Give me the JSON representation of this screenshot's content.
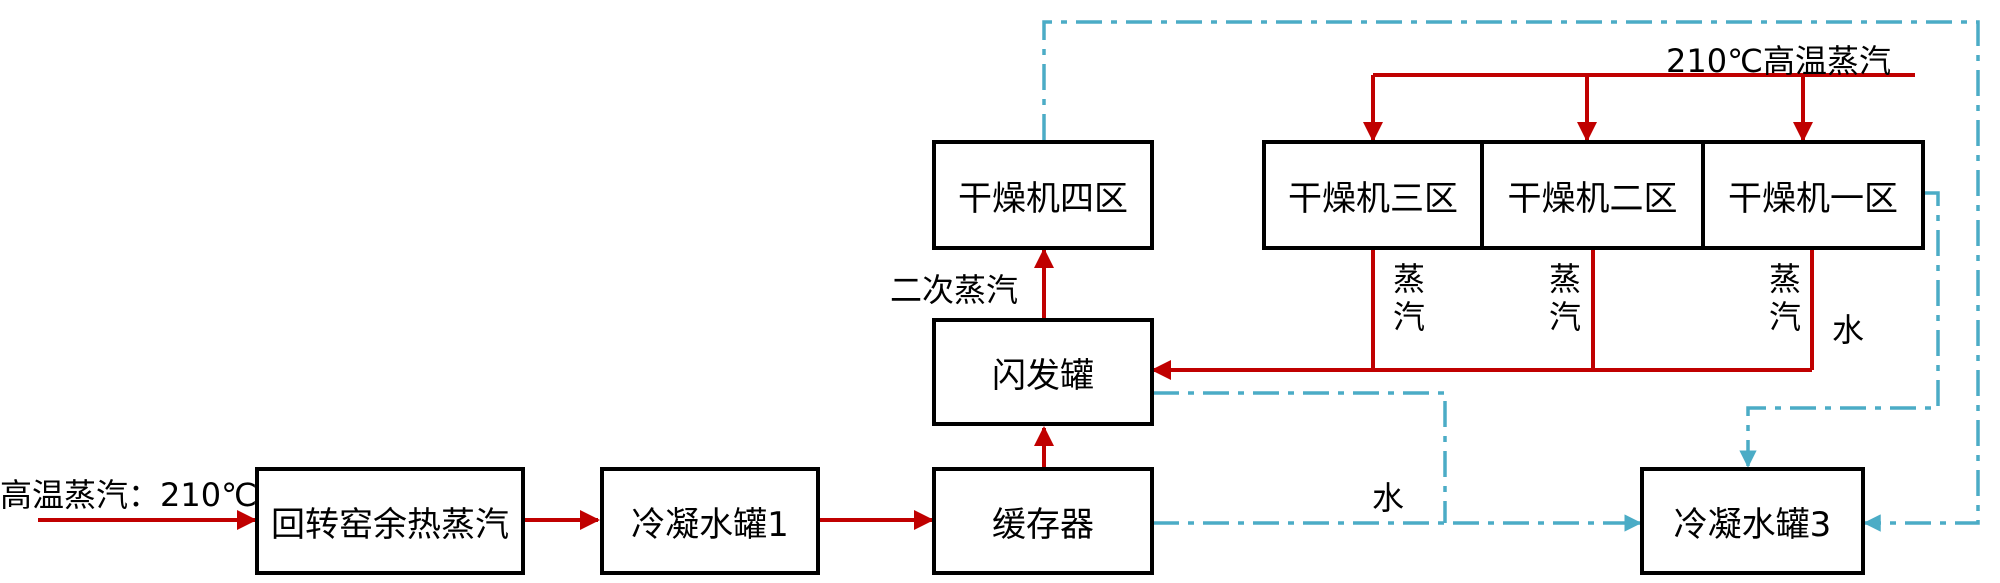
{
  "boxes": {
    "rotary_kiln": "回转窑余热蒸汽",
    "condensate_tank_1": "冷凝水罐1",
    "buffer": "缓存器",
    "flash_tank": "闪发罐",
    "dryer_zone_4": "干燥机四区",
    "dryer_zone_3": "干燥机三区",
    "dryer_zone_2": "干燥机二区",
    "dryer_zone_1": "干燥机一区",
    "condensate_tank_3": "冷凝水罐3"
  },
  "labels": {
    "inlet_steam": "高温蒸汽：210℃",
    "top_steam": "210℃高温蒸汽",
    "secondary_steam": "二次蒸汽",
    "steam_1": "蒸汽",
    "steam_2": "蒸汽",
    "steam_3": "蒸汽",
    "water_right": "水",
    "water_mid": "水"
  },
  "legend_colors": {
    "steam_line": "#c00000",
    "water_line": "#4bacc6"
  }
}
